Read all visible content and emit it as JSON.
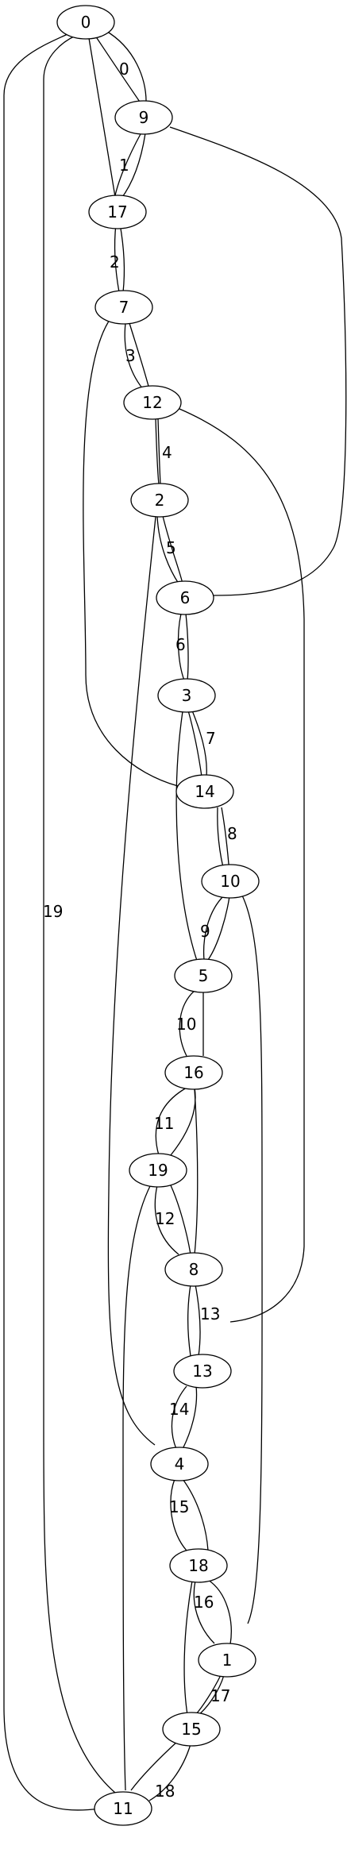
{
  "graph": {
    "nodes": [
      "0",
      "9",
      "17",
      "7",
      "12",
      "2",
      "6",
      "3",
      "14",
      "10",
      "5",
      "16",
      "19",
      "8",
      "13",
      "4",
      "18",
      "1",
      "15",
      "11"
    ],
    "edge_labels": [
      "0",
      "1",
      "2",
      "3",
      "4",
      "5",
      "6",
      "7",
      "8",
      "9",
      "10",
      "11",
      "12",
      "13",
      "14",
      "15",
      "16",
      "17",
      "18",
      "19"
    ],
    "edges": [
      {
        "from": "0",
        "to": "9",
        "label": "0"
      },
      {
        "from": "9",
        "to": "17",
        "label": "1"
      },
      {
        "from": "17",
        "to": "7",
        "label": "2"
      },
      {
        "from": "7",
        "to": "12",
        "label": "3"
      },
      {
        "from": "12",
        "to": "2",
        "label": "4"
      },
      {
        "from": "2",
        "to": "6",
        "label": "5"
      },
      {
        "from": "6",
        "to": "3",
        "label": "6"
      },
      {
        "from": "3",
        "to": "14",
        "label": "7"
      },
      {
        "from": "14",
        "to": "10",
        "label": "8"
      },
      {
        "from": "10",
        "to": "5",
        "label": "9"
      },
      {
        "from": "5",
        "to": "16",
        "label": "10"
      },
      {
        "from": "16",
        "to": "19",
        "label": "11"
      },
      {
        "from": "19",
        "to": "8",
        "label": "12"
      },
      {
        "from": "8",
        "to": "13",
        "label": "13"
      },
      {
        "from": "13",
        "to": "4",
        "label": "14"
      },
      {
        "from": "4",
        "to": "18",
        "label": "15"
      },
      {
        "from": "18",
        "to": "1",
        "label": "16"
      },
      {
        "from": "1",
        "to": "15",
        "label": "17"
      },
      {
        "from": "15",
        "to": "11",
        "label": "18"
      },
      {
        "from": "11",
        "to": "0",
        "label": "19"
      },
      {
        "from": "0",
        "to": "9",
        "label": ""
      },
      {
        "from": "0",
        "to": "17",
        "label": ""
      },
      {
        "from": "9",
        "to": "17",
        "label": ""
      },
      {
        "from": "9",
        "to": "6",
        "label": ""
      },
      {
        "from": "17",
        "to": "7",
        "label": ""
      },
      {
        "from": "7",
        "to": "12",
        "label": ""
      },
      {
        "from": "7",
        "to": "14",
        "label": ""
      },
      {
        "from": "12",
        "to": "2",
        "label": ""
      },
      {
        "from": "12",
        "to": "13",
        "label": ""
      },
      {
        "from": "2",
        "to": "6",
        "label": ""
      },
      {
        "from": "2",
        "to": "4",
        "label": ""
      },
      {
        "from": "6",
        "to": "3",
        "label": ""
      },
      {
        "from": "3",
        "to": "14",
        "label": ""
      },
      {
        "from": "3",
        "to": "5",
        "label": ""
      },
      {
        "from": "14",
        "to": "10",
        "label": ""
      },
      {
        "from": "10",
        "to": "5",
        "label": ""
      },
      {
        "from": "10",
        "to": "1",
        "label": ""
      },
      {
        "from": "5",
        "to": "16",
        "label": ""
      },
      {
        "from": "16",
        "to": "19",
        "label": ""
      },
      {
        "from": "16",
        "to": "8",
        "label": ""
      },
      {
        "from": "19",
        "to": "8",
        "label": ""
      },
      {
        "from": "19",
        "to": "11",
        "label": ""
      },
      {
        "from": "8",
        "to": "13",
        "label": ""
      },
      {
        "from": "13",
        "to": "4",
        "label": ""
      },
      {
        "from": "4",
        "to": "18",
        "label": ""
      },
      {
        "from": "18",
        "to": "1",
        "label": ""
      },
      {
        "from": "18",
        "to": "15",
        "label": ""
      },
      {
        "from": "1",
        "to": "15",
        "label": ""
      },
      {
        "from": "15",
        "to": "11",
        "label": ""
      },
      {
        "from": "11",
        "to": "0",
        "label": ""
      }
    ]
  }
}
